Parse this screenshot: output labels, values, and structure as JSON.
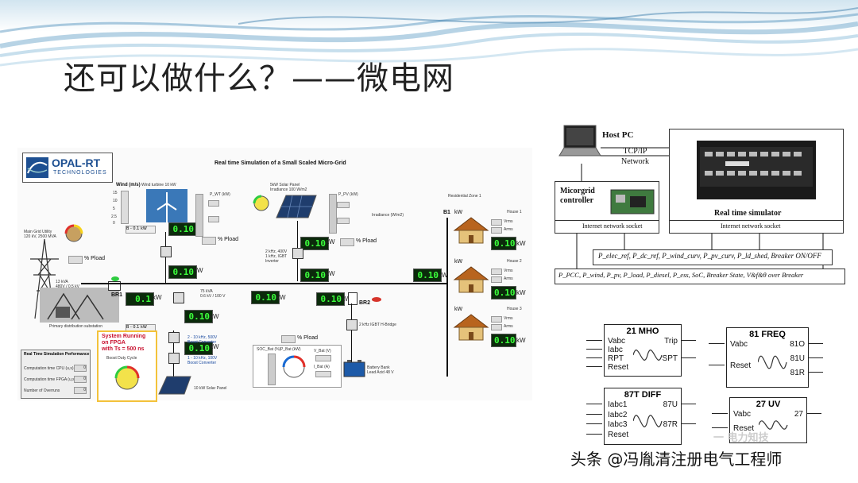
{
  "slide": {
    "title": "还可以做什么？——微电网",
    "watermark": "头条 @冯胤清注册电气工程师",
    "watermark_faint": "一 电力知技"
  },
  "left_panel": {
    "brand": "OPAL-RT",
    "brand_sub": "TECHNOLOGIES",
    "header": "Real time Simulation of  a Small Scaled Micro-Grid",
    "wind_label": "Wind (m/s)",
    "wind_ticks": [
      "15",
      "10",
      "5",
      "2.5",
      "0"
    ],
    "wind_turbine_label": "Wind turbine 10 kW",
    "pv_panel_label": "5kW Solar Panel\nIrradiance 100 W/m2",
    "pv_range_label": "Irradiance (W/m2)",
    "residential_label": "Residential Zone 1",
    "b1_label": "B1",
    "main_grid_label": "Main Grid Utility\n120 kV, 2500 MVA",
    "primary_sub_label": "Primary distribution substation",
    "pload": "% Pload",
    "pload2": "% Pload",
    "pload3": "% Pload",
    "kw": "kW",
    "br1": "BR1",
    "br2": "BR2",
    "displays": {
      "wind_power": "0.10",
      "main_power": "0.10",
      "bus_power": "0.1",
      "pv_power": "0.10",
      "pv_bus_power": "0.10",
      "grid_power": "0.10",
      "storage_power": "0.10",
      "sub_power": "0.10",
      "dc_power": "0.10",
      "battery_power": "0.10",
      "res_total": "0.10"
    },
    "houses": [
      {
        "label": "House 1",
        "vrms": "Vrms",
        "arms": "Arms",
        "power": "0.10"
      },
      {
        "label": "House 2",
        "vrms": "Vrms",
        "arms": "Arms",
        "power": "0.10"
      },
      {
        "label": "House 3",
        "vrms": "Vrms",
        "arms": "Arms",
        "power": "0.10"
      }
    ],
    "system_running": "System Running\non FPGA\nwith Ts = 500 ns",
    "boost_duty": "Boost Duty Cycle",
    "converter1": "2 - 10 kHz, 500V\nBoost Converter",
    "converter2": "1 - 10 kHz, 100V\nBoost Converter",
    "pv_small": "10 kW Solar Panel",
    "battery_label": "Battery Bank\nLead Acid 48 V",
    "h_bridge": "2 kHz IGBT H-Bridge",
    "perf_title": "Real Time Simulation Performance",
    "perf_rows": [
      "Computation time CPU (u,s)",
      "Computation time FPGA (u,s)",
      "Number of Overruns"
    ],
    "perf_vals": [
      "0",
      "0",
      "0"
    ],
    "soc_label": "SOC_Bat (%)",
    "pbat_label": "P_Bat (kW)",
    "vbat_label": "V_Bat (V)",
    "ibat_label": "I_Bat (A)"
  },
  "diagram": {
    "host_pc": "Host PC",
    "tcpip": "TCP/IP\nNetwork",
    "rt_sim": "Real time simulator",
    "controller": "Micorgrid\ncontroller",
    "socket1": "Internet network socket",
    "socket2": "Internet network socket",
    "line1": "P_elec_ref, P_dc_ref, P_wind_curv, P_pv_curv, P_ld_shed, Breaker ON/OFF",
    "line2": "P_PCC, P_wind, P_pv, P_load, P_diesel, P_ess, SoC, Breaker State, V&f&θ over Breaker"
  },
  "relays": [
    {
      "title": "21 MHO",
      "inputs": [
        "Vabc",
        "Iabc",
        "RPT",
        "Reset"
      ],
      "outputs": [
        "Trip",
        "SPT"
      ]
    },
    {
      "title": "81 FREQ",
      "inputs": [
        "Vabc",
        "Reset"
      ],
      "outputs": [
        "81O",
        "81U",
        "81R"
      ]
    },
    {
      "title": "87T DIFF",
      "inputs": [
        "Iabc1",
        "Iabc2",
        "Iabc3",
        "Reset"
      ],
      "outputs": [
        "87U",
        "87R"
      ]
    },
    {
      "title": "27 UV",
      "inputs": [
        "Vabc",
        "Reset"
      ],
      "outputs": [
        "27"
      ]
    }
  ],
  "colors": {
    "lcd_bg": "#0b2a0b",
    "lcd_fg": "#3cff3c",
    "wave": "#7db7d6",
    "sysrun": "#c8102e"
  }
}
